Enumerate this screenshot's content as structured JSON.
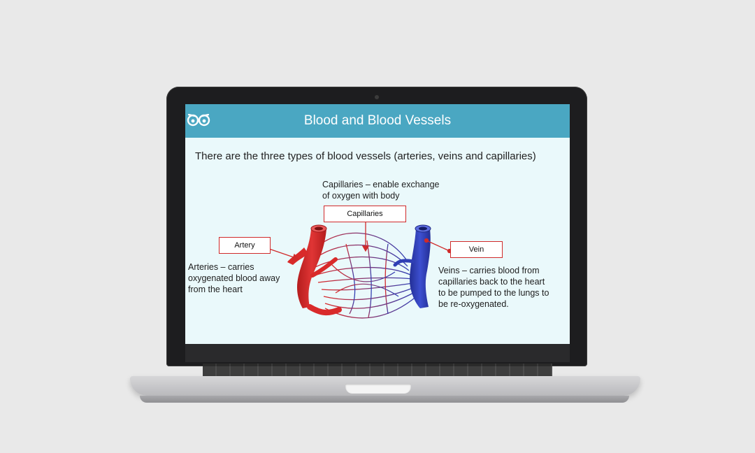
{
  "slide": {
    "title": "Blood and Blood Vessels",
    "subtitle": "There are the three types of blood vessels (arteries, veins and capillaries)"
  },
  "labels": {
    "capillaries": "Capillaries",
    "artery": "Artery",
    "vein": "Vein"
  },
  "notes": {
    "capillaries": [
      "Capillaries – enable exchange",
      "of oxygen with body"
    ],
    "arteries": [
      "Arteries – carries",
      "oxygenated blood away",
      "from the heart"
    ],
    "veins": [
      "Veins – carries blood from",
      "capillaries back to the heart",
      "to be pumped to the lungs to",
      "be re-oxygenated."
    ]
  },
  "colors": {
    "header": "#4aa7c2",
    "slide_background": "#eaf9fb",
    "artery": "#d92a2a",
    "vein": "#2f3fb5",
    "label_border": "#d02a2a"
  },
  "icons": {
    "logo": "owl-eyes-icon"
  }
}
